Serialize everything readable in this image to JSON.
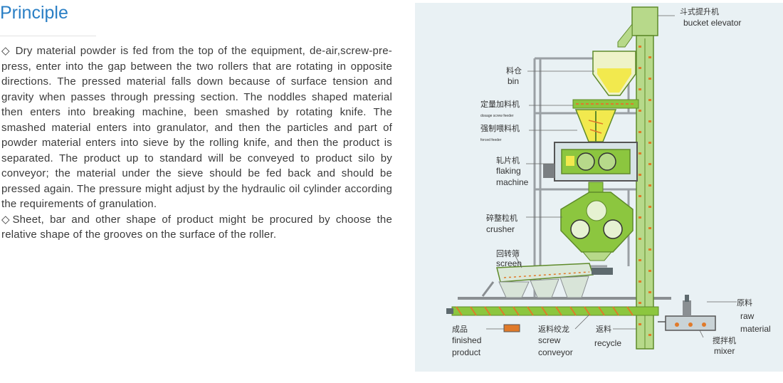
{
  "heading": "Principle",
  "paragraphs": [
    "◇ Dry material powder is fed from the top of the equipment, de-air,screw-pre-press, enter into the gap between the two rollers that are rotating in opposite directions. The pressed material falls down because of surface tension and gravity when passes through pressing section. The noddles shaped material then enters into breaking machine, been smashed by rotating knife. The smashed material enters into granulator, and then the particles and part of powder material enters into sieve by the rolling knife, and then the product is separated. The product up to standard will be conveyed to product silo by conveyor; the material under the sieve should be fed back and should be pressed again. The pressure might adjust by the hydraulic oil cylinder according the requirements of granulation.",
    "◇Sheet, bar and other shape of product might be procured by choose the relative shape of the grooves on the surface of the roller."
  ],
  "diagram": {
    "labels": {
      "bucket_elevator": {
        "cn": "斗式提升机",
        "en": "bucket elevator"
      },
      "bin": {
        "cn": "料仓",
        "en": "bin"
      },
      "dosage_feeder": {
        "cn": "定量加料机",
        "en": "dosage screw feeder"
      },
      "forced_feeder": {
        "cn": "强制喂料机",
        "en": "forced feeder"
      },
      "flaking_machine": {
        "cn": "轧片机",
        "en1": "flaking",
        "en2": "machine"
      },
      "crusher": {
        "cn": "碎整粒机",
        "en": "crusher"
      },
      "screen": {
        "cn": "回转筛",
        "en": "screen"
      },
      "raw_material": {
        "cn": "原料",
        "en1": "raw",
        "en2": "material"
      },
      "finished_product": {
        "cn": "成品",
        "en1": "finished",
        "en2": "product"
      },
      "screw_conveyor": {
        "cn": "返料绞龙",
        "en1": "screw",
        "en2": "conveyor"
      },
      "recycle": {
        "cn": "返料",
        "en": "recycle"
      },
      "mixer": {
        "cn": "搅拌机",
        "en": "mixer"
      }
    },
    "colors": {
      "frame": "#9aa0a4",
      "machine_green": "#8cc63f",
      "machine_dark": "#5e8a2a",
      "powder_yellow": "#f2e94e",
      "accent_orange": "#e07a2a",
      "background": "#e9f1f4"
    }
  }
}
